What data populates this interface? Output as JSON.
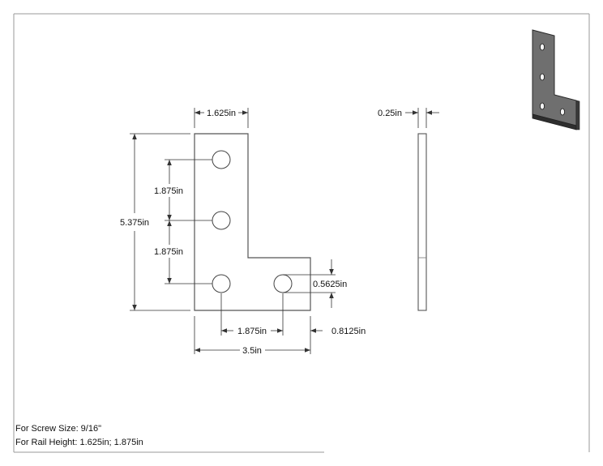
{
  "dimensions": {
    "top_width": "1.625in",
    "thickness": "0.25in",
    "overall_height": "5.375in",
    "hole_spacing_upper": "1.875in",
    "hole_spacing_middle": "1.875in",
    "hole_diameter": "0.5625in",
    "hole_spacing_horizontal": "1.875in",
    "edge_offset": "0.8125in",
    "overall_width": "3.5in"
  },
  "notes": {
    "screw_size": "For Screw Size: 9/16\"",
    "rail_height": "For Rail Height: 1.625in; 1.875in"
  },
  "colors": {
    "line": "#555555",
    "dim_line": "#333333",
    "plate_top": "#6e6e6e",
    "plate_face": "#3a3a3a"
  }
}
